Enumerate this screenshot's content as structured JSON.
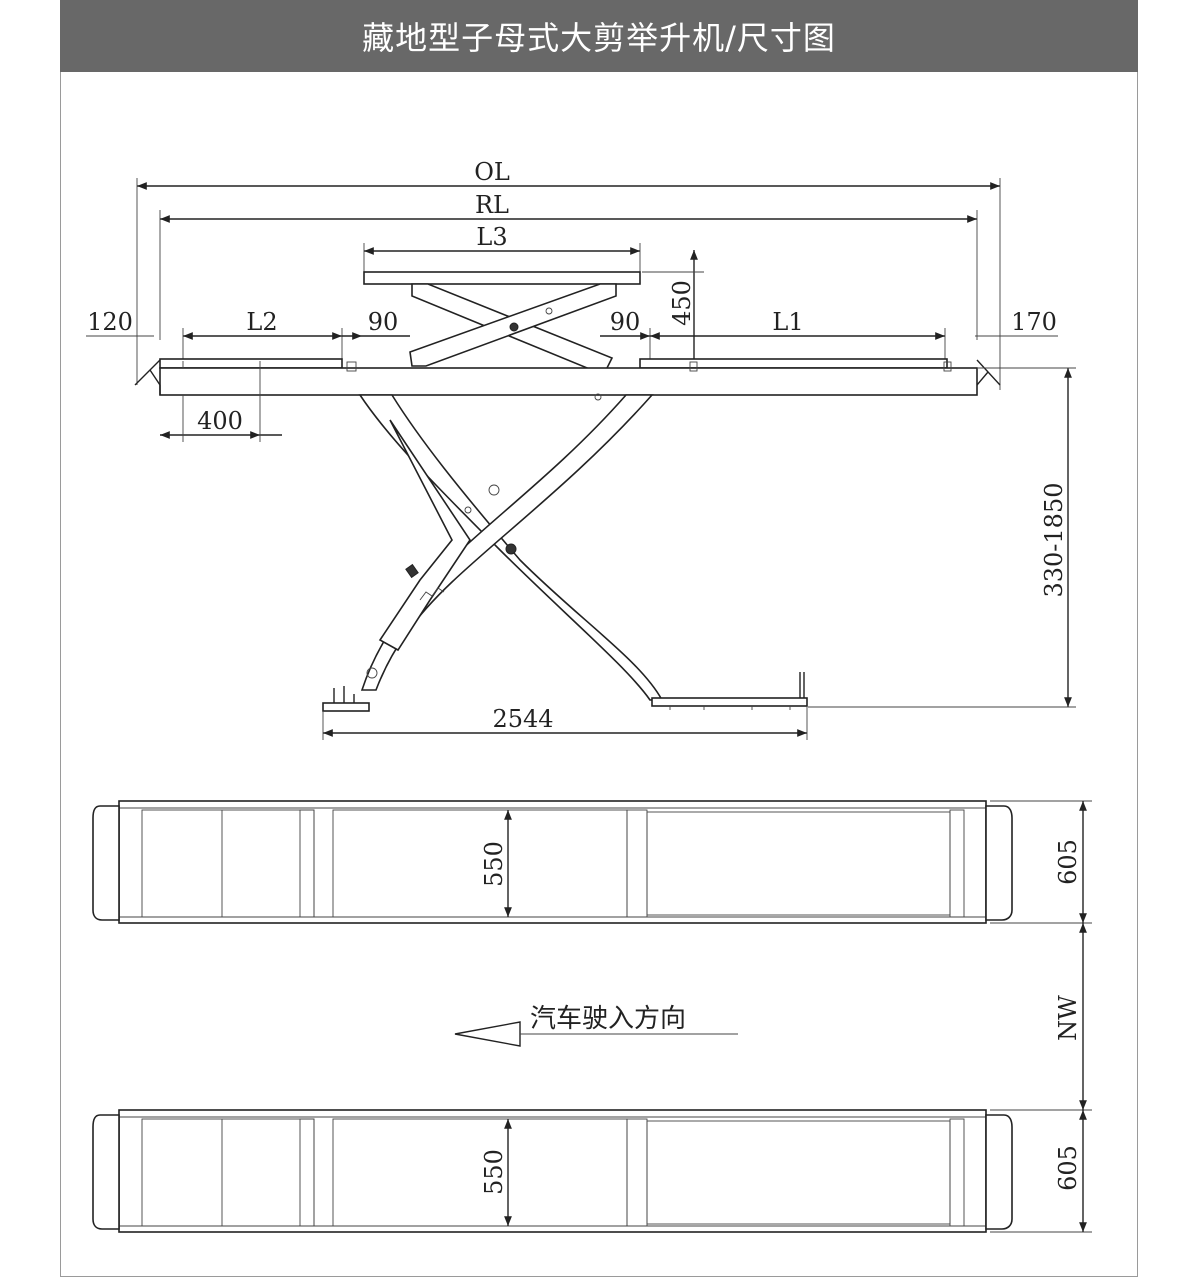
{
  "title": "藏地型子母式大剪举升机/尺寸图",
  "side_view": {
    "dims": {
      "ol": "OL",
      "rl": "RL",
      "l3": "L3",
      "l2": "L2",
      "l1": "L1",
      "d120": "120",
      "d90_left": "90",
      "d90_right": "90",
      "d170": "170",
      "d450": "450",
      "d400": "400",
      "height_range": "330-1850",
      "base_length": "2544"
    }
  },
  "top_view": {
    "dims": {
      "inner_width_top": "550",
      "outer_width_top": "605",
      "gap": "NW",
      "inner_width_bottom": "550",
      "outer_width_bottom": "605"
    },
    "direction_note": "汽车驶入方向"
  },
  "colors": {
    "title_bar": "#686868",
    "line": "#222222",
    "frame": "#9a9a9a"
  }
}
